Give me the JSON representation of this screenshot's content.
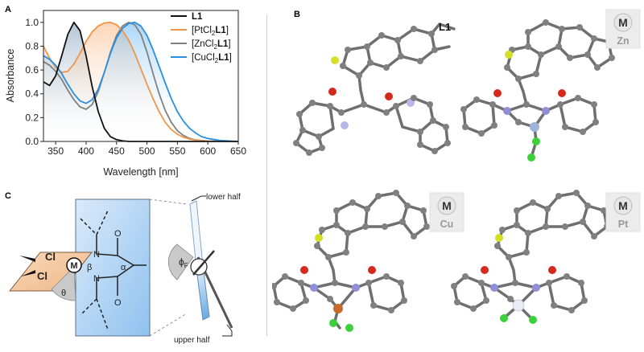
{
  "panels": {
    "a": "A",
    "b": "B",
    "c": "C"
  },
  "chart_data": {
    "type": "line",
    "xlabel": "Wavelength [nm]",
    "ylabel": "Absorbance",
    "xlim": [
      330,
      650
    ],
    "ylim": [
      0,
      1.1
    ],
    "xticks": [
      350,
      400,
      450,
      500,
      550,
      600,
      650
    ],
    "yticks": [
      0.0,
      0.2,
      0.4,
      0.6,
      0.8,
      1.0
    ],
    "legend": "top-right",
    "series": [
      {
        "name": "L1",
        "color": "#111111",
        "x": [
          330,
          340,
          350,
          360,
          370,
          380,
          390,
          400,
          410,
          420,
          430,
          440,
          450,
          460,
          470,
          480,
          490,
          500,
          550,
          600,
          650
        ],
        "y": [
          0.5,
          0.47,
          0.55,
          0.72,
          0.9,
          1.0,
          0.93,
          0.72,
          0.46,
          0.25,
          0.11,
          0.04,
          0.015,
          0.005,
          0,
          0,
          0,
          0,
          0,
          0,
          0
        ]
      },
      {
        "name": "[PtCl2L1]",
        "color": "#f0954a",
        "x": [
          330,
          340,
          350,
          360,
          370,
          380,
          390,
          400,
          410,
          420,
          430,
          440,
          450,
          460,
          470,
          480,
          490,
          500,
          510,
          520,
          530,
          540,
          550,
          560,
          570,
          580,
          600,
          650
        ],
        "y": [
          0.8,
          0.7,
          0.62,
          0.58,
          0.59,
          0.65,
          0.74,
          0.84,
          0.92,
          0.97,
          0.995,
          1.0,
          0.98,
          0.93,
          0.85,
          0.74,
          0.61,
          0.48,
          0.36,
          0.25,
          0.16,
          0.1,
          0.06,
          0.035,
          0.02,
          0.01,
          0.003,
          0
        ]
      },
      {
        "name": "[ZnCl2L1]",
        "color": "#808080",
        "x": [
          330,
          340,
          350,
          360,
          370,
          380,
          390,
          400,
          410,
          420,
          430,
          440,
          450,
          460,
          470,
          480,
          490,
          500,
          510,
          520,
          530,
          540,
          550,
          560,
          570,
          580,
          600,
          650
        ],
        "y": [
          0.67,
          0.64,
          0.59,
          0.52,
          0.43,
          0.35,
          0.29,
          0.27,
          0.31,
          0.42,
          0.58,
          0.75,
          0.89,
          0.97,
          1.0,
          0.98,
          0.9,
          0.75,
          0.57,
          0.4,
          0.26,
          0.16,
          0.09,
          0.05,
          0.025,
          0.012,
          0.003,
          0
        ]
      },
      {
        "name": "[CuCl2L1]",
        "color": "#2b8fe0",
        "x": [
          330,
          340,
          350,
          360,
          370,
          380,
          390,
          400,
          410,
          420,
          430,
          440,
          450,
          460,
          470,
          480,
          490,
          500,
          510,
          520,
          530,
          540,
          550,
          560,
          570,
          580,
          590,
          600,
          620,
          650
        ],
        "y": [
          0.72,
          0.69,
          0.64,
          0.57,
          0.48,
          0.4,
          0.34,
          0.32,
          0.35,
          0.44,
          0.58,
          0.74,
          0.87,
          0.95,
          0.99,
          1.0,
          0.97,
          0.89,
          0.77,
          0.63,
          0.49,
          0.36,
          0.25,
          0.17,
          0.11,
          0.07,
          0.04,
          0.025,
          0.008,
          0
        ]
      }
    ]
  },
  "legend_labels": [
    {
      "prefix": "",
      "sub": "",
      "bold": "L1",
      "suffix": ""
    },
    {
      "prefix": "[PtCl",
      "sub": "2",
      "bold": "L1",
      "suffix": "]"
    },
    {
      "prefix": "[ZnCl",
      "sub": "2",
      "bold": "L1",
      "suffix": "]"
    },
    {
      "prefix": "[CuCl",
      "sub": "2",
      "bold": "L1",
      "suffix": "]"
    }
  ],
  "structures": {
    "l1_label": "L1",
    "badge_m": "M",
    "zn": "Zn",
    "cu": "Cu",
    "pt": "Pt"
  },
  "diagram": {
    "lower_half": "lower half",
    "upper_half": "upper half",
    "cl": "Cl",
    "m": "M",
    "n": "N",
    "o": "O",
    "beta": "β",
    "alpha": "α",
    "theta": "θ",
    "phi": "ϕ",
    "phi_sub": "F"
  }
}
